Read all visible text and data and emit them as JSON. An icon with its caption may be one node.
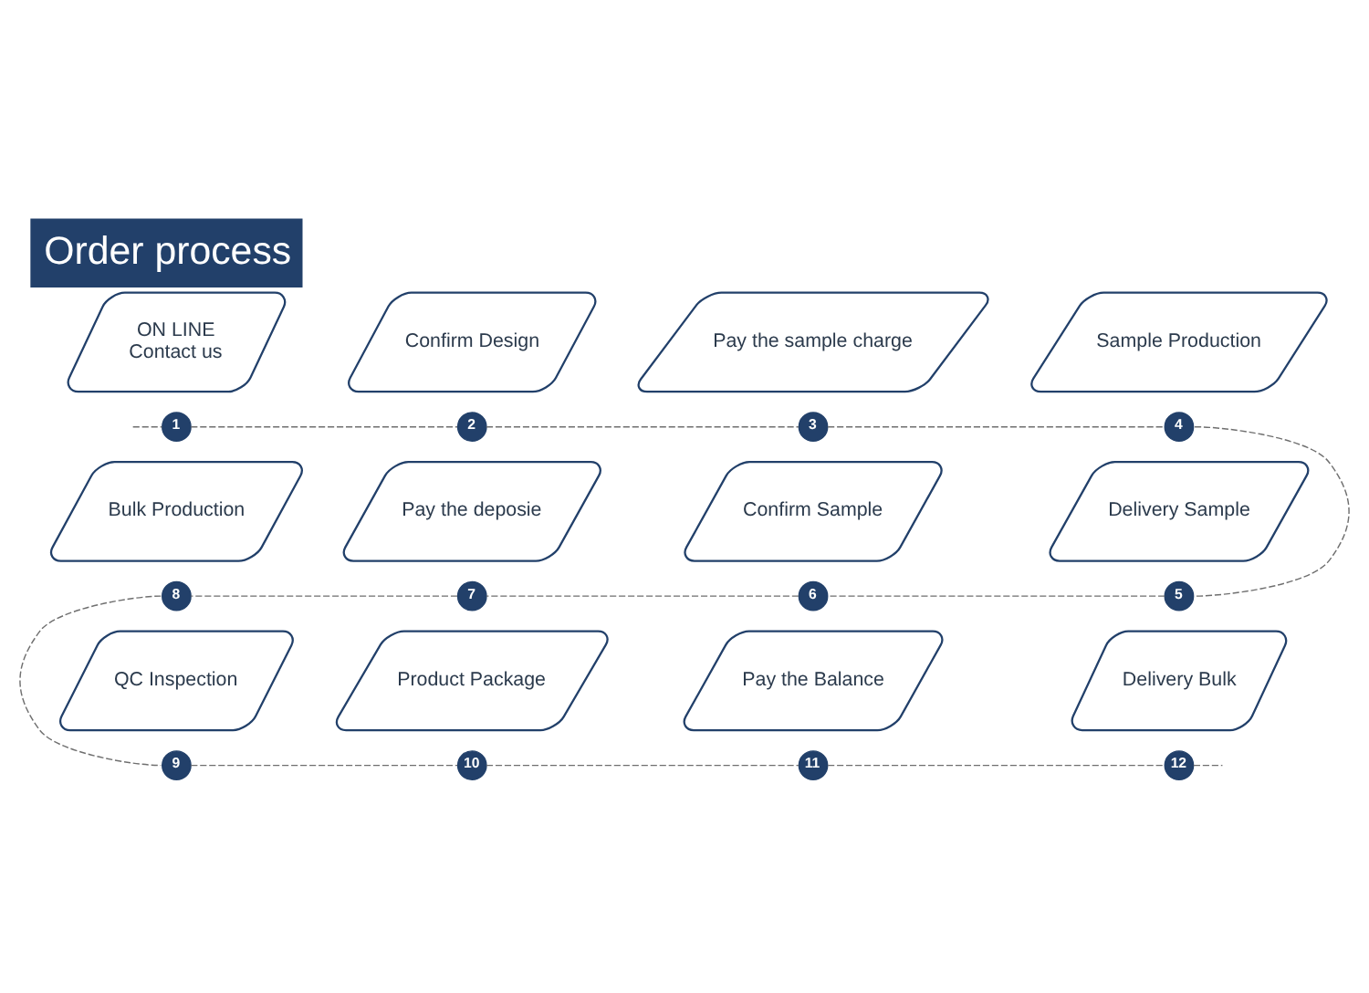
{
  "diagram": {
    "title": "Order process",
    "nodes": [
      {
        "text": [
          "ON LINE",
          "Contact us"
        ]
      },
      {
        "text": [
          "Confirm Design"
        ]
      },
      {
        "text": [
          "Pay the sample charge"
        ]
      },
      {
        "text": [
          "Sample Production"
        ]
      },
      {
        "text": [
          "1"
        ]
      },
      {
        "text": [
          "2"
        ]
      },
      {
        "text": [
          "3"
        ]
      },
      {
        "text": [
          "4"
        ]
      },
      {
        "text": [
          "Bulk Production"
        ]
      },
      {
        "text": [
          "Pay the deposie"
        ]
      },
      {
        "text": [
          "Confirm Sample"
        ]
      },
      {
        "text": [
          "Delivery Sample"
        ]
      },
      {
        "text": [
          "8"
        ]
      },
      {
        "text": [
          "7"
        ]
      },
      {
        "text": [
          "6"
        ]
      },
      {
        "text": [
          "5"
        ]
      },
      {
        "text": [
          "QC Inspection"
        ]
      },
      {
        "text": [
          "Product Package"
        ]
      },
      {
        "text": [
          "Pay the Balance"
        ]
      },
      {
        "text": [
          "Delivery Bulk"
        ]
      },
      {
        "text": [
          "9"
        ]
      },
      {
        "text": [
          "10"
        ]
      },
      {
        "text": [
          "11"
        ]
      },
      {
        "text": [
          "12"
        ]
      }
    ],
    "edges": [
      {
        "from": null,
        "to": 4,
        "arrow": "none",
        "style": "dashed"
      },
      {
        "from": 4,
        "to": 5,
        "arrow": "none",
        "style": "dashed"
      },
      {
        "from": 5,
        "to": 6,
        "arrow": "none",
        "style": "dashed"
      },
      {
        "from": 6,
        "to": 7,
        "arrow": "none",
        "style": "dashed"
      },
      {
        "from": 7,
        "to": 15,
        "arrow": "none",
        "style": "dashed"
      },
      {
        "from": 15,
        "to": 14,
        "arrow": "none",
        "style": "dashed"
      },
      {
        "from": 14,
        "to": 13,
        "arrow": "none",
        "style": "dashed"
      },
      {
        "from": 13,
        "to": 12,
        "arrow": "none",
        "style": "dashed"
      },
      {
        "from": 12,
        "to": 20,
        "arrow": "none",
        "style": "dashed"
      },
      {
        "from": 20,
        "to": 21,
        "arrow": "none",
        "style": "dashed"
      },
      {
        "from": 21,
        "to": 22,
        "arrow": "none",
        "style": "dashed"
      },
      {
        "from": 22,
        "to": 23,
        "arrow": "none",
        "style": "dashed"
      },
      {
        "from": 23,
        "to": null,
        "arrow": "none",
        "style": "dashed"
      }
    ]
  }
}
